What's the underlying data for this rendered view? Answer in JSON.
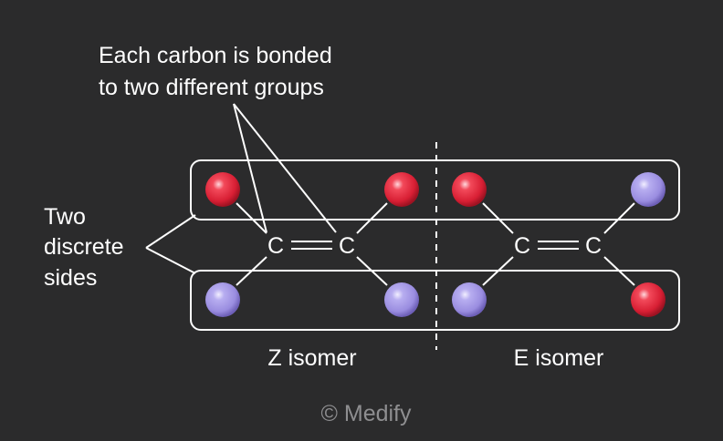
{
  "callout_top": {
    "line1": "Each carbon is bonded",
    "line2": "to two different groups"
  },
  "callout_left": {
    "line1": "Two",
    "line2": "discrete",
    "line3": "sides"
  },
  "atom_symbol": "C",
  "isomers": {
    "z": {
      "label": "Z isomer",
      "top_left": "red",
      "top_right": "red",
      "bottom_left": "purple",
      "bottom_right": "purple"
    },
    "e": {
      "label": "E isomer",
      "top_left": "red",
      "top_right": "purple",
      "bottom_left": "purple",
      "bottom_right": "red"
    }
  },
  "watermark": "© Medify",
  "colors": {
    "background": "#2b2b2c",
    "line": "#ffffff",
    "red_group": "#e0253a",
    "purple_group": "#a79be6",
    "watermark": "#8e8e90"
  }
}
